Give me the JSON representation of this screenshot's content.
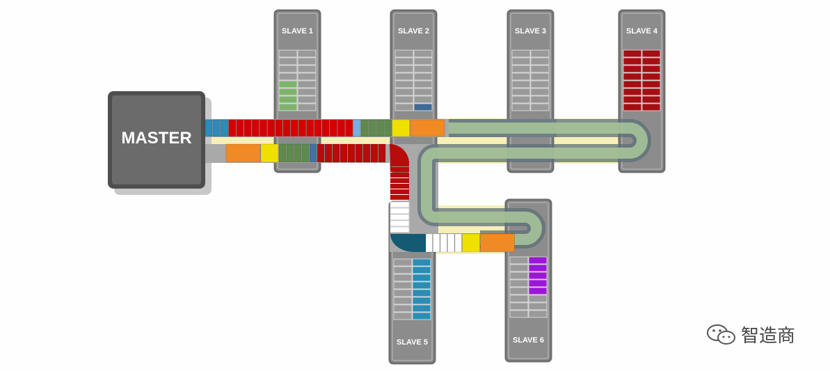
{
  "master": {
    "label": "MASTER"
  },
  "slaves": [
    {
      "label": "SLAVE 1",
      "registers": {
        "column": "left",
        "from_row": 4,
        "rows": 4,
        "color": "#7fb26f"
      }
    },
    {
      "label": "SLAVE 2",
      "registers": {
        "column": "right",
        "from_row": 7,
        "rows": 1,
        "color": "#3f6a95"
      }
    },
    {
      "label": "SLAVE 3",
      "registers": null
    },
    {
      "label": "SLAVE 4",
      "registers": {
        "column": "both",
        "from_row": 0,
        "rows": 8,
        "color": "#a30f12"
      }
    },
    {
      "label": "SLAVE 5",
      "registers": {
        "column": "right",
        "from_row": 0,
        "rows": 8,
        "color": "#2a8db5"
      }
    },
    {
      "label": "SLAVE 6",
      "registers": {
        "column": "right",
        "from_row": 0,
        "rows": 5,
        "color": "#9a16d9"
      }
    }
  ],
  "lanes": {
    "outbound": [
      {
        "color": "#2a8db5",
        "count": 3
      },
      {
        "color": "#d40000",
        "count": 16
      },
      {
        "color": "#7aaee0",
        "count": 1
      },
      {
        "color": "#5f8a4e",
        "count": 4
      },
      {
        "color": "#f0e000",
        "count": 1
      },
      {
        "color": "#f08a24",
        "count": 1
      }
    ],
    "return": [
      {
        "color": "#f08a24",
        "count": 1
      },
      {
        "color": "#f0e000",
        "count": 1
      },
      {
        "color": "#5f8a4e",
        "count": 4
      },
      {
        "color": "#46709e",
        "count": 1
      },
      {
        "color": "#b80b0b",
        "count": 9
      }
    ],
    "lower": [
      {
        "color": "#ffffff",
        "count": 5
      },
      {
        "color": "#f0e000",
        "count": 1
      },
      {
        "color": "#f08a24",
        "count": 1
      }
    ]
  },
  "watermark": {
    "text": "智造商"
  },
  "colors": {
    "slave_body": "#8c8c8c",
    "slave_border": "#6e6e6e",
    "master_body": "#6b6b6b",
    "track": "#a9a9a9",
    "pipe_band": "#f6f0b8"
  }
}
